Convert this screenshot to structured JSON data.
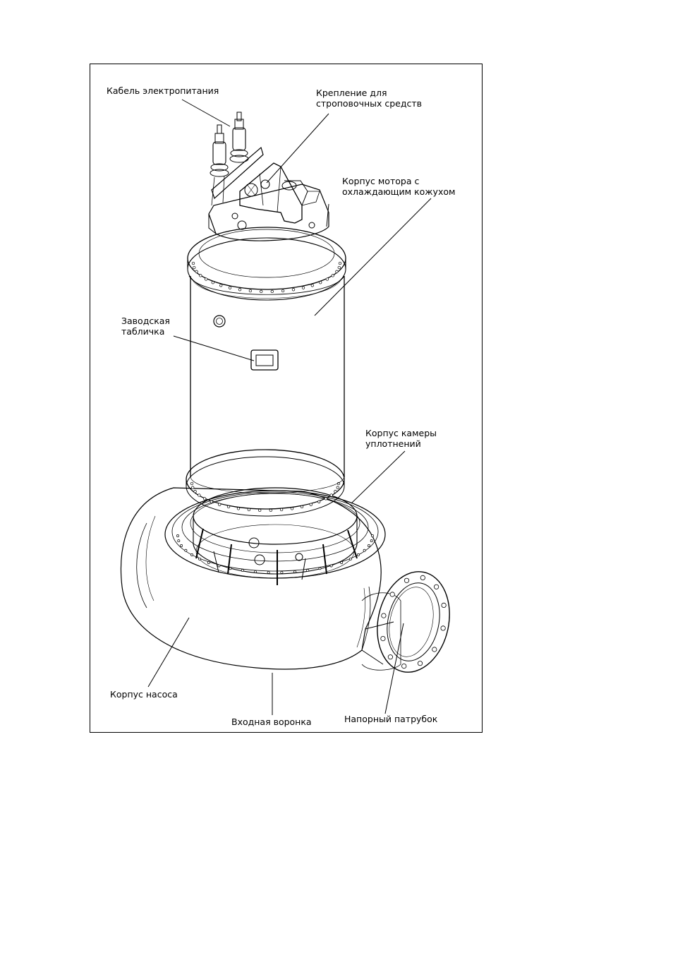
{
  "figure": {
    "labels": {
      "power_cable": "Кабель электропитания",
      "sling_mount": "Крепление для\nстроповочных средств",
      "motor_housing": "Корпус мотора с\nохлаждающим кожухом",
      "nameplate": "Заводская\nтабличка",
      "seal_chamber": "Корпус камеры\nуплотнений",
      "pump_housing": "Корпус насоса",
      "inlet_funnel": "Входная воронка",
      "discharge_nozzle": "Напорный патрубок"
    },
    "colors": {
      "line": "#000000",
      "background": "#ffffff"
    }
  }
}
